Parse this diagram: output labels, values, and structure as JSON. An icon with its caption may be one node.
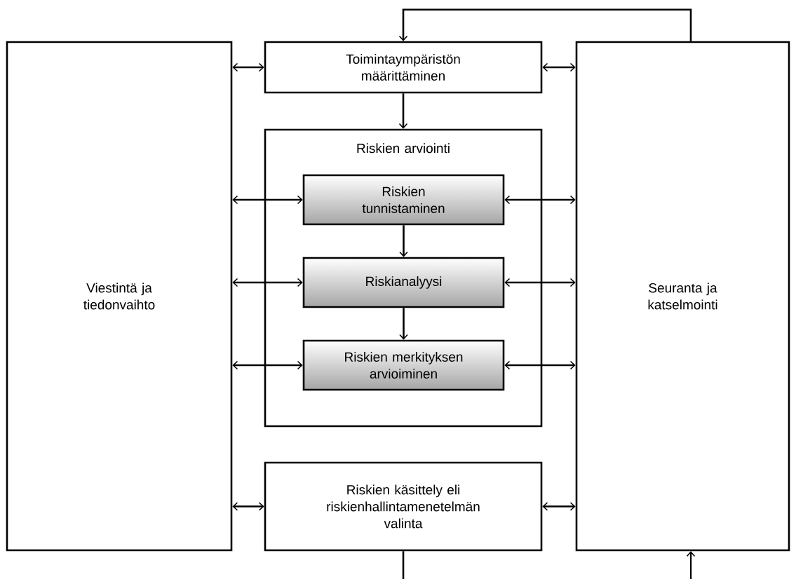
{
  "diagram": {
    "nodes": [
      {
        "text": [
          "Viestintä ja tiedonvaihto"
        ]
      },
      {
        "text": [
          "Toimintaympäristön määrittäminen"
        ]
      },
      {
        "text": [
          "Riskien arviointi"
        ]
      },
      {
        "text": [
          "Riskien tunnistaminen"
        ],
        "in": 2
      },
      {
        "text": [
          "Riskianalyysi"
        ],
        "in": 2
      },
      {
        "text": [
          "Riskien merkityksen arvioiminen"
        ],
        "in": 2
      },
      {
        "text": [
          "Riskien käsittely eli riskienhallintamenetelmän valinta"
        ]
      },
      {
        "text": [
          "Seuranta ja katselmointi"
        ]
      }
    ],
    "edges": [
      {
        "from": 0,
        "to": 1,
        "arrow": "both"
      },
      {
        "from": 1,
        "to": 7,
        "arrow": "both"
      },
      {
        "from": 1,
        "to": 2,
        "arrow": "to"
      },
      {
        "from": 0,
        "to": 3,
        "arrow": "both"
      },
      {
        "from": 3,
        "to": 7,
        "arrow": "both"
      },
      {
        "from": 3,
        "to": 4,
        "arrow": "to"
      },
      {
        "from": 0,
        "to": 4,
        "arrow": "both"
      },
      {
        "from": 4,
        "to": 7,
        "arrow": "both"
      },
      {
        "from": 4,
        "to": 5,
        "arrow": "to"
      },
      {
        "from": 0,
        "to": 5,
        "arrow": "both"
      },
      {
        "from": 5,
        "to": 7,
        "arrow": "both"
      },
      {
        "from": 0,
        "to": 6,
        "arrow": "both"
      },
      {
        "from": 6,
        "to": 7,
        "arrow": "both"
      },
      {
        "from": 7,
        "to": 1,
        "arrow": "to"
      },
      {
        "from": 6,
        "to": null,
        "arrow": "none"
      },
      {
        "from": null,
        "to": 7,
        "arrow": "to"
      }
    ]
  }
}
